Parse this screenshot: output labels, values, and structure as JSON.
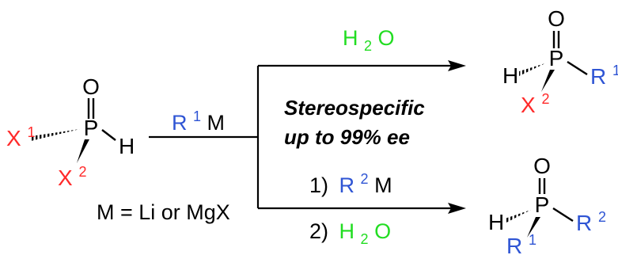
{
  "colors": {
    "black": "#000000",
    "red": "#ff2a2a",
    "blue": "#2f55d4",
    "green": "#22dd22"
  },
  "starting_material": {
    "O": "O",
    "P": "P",
    "H": "H",
    "X": "X",
    "X1_sup": "1",
    "X2_sup": "2"
  },
  "reagent": {
    "R": "R",
    "R_sup": "1",
    "M": "M",
    "metal_note": "M = Li or MgX"
  },
  "top_arrow": {
    "H": "H",
    "sub": "2",
    "O": "O"
  },
  "stereo_note": {
    "line1": "Stereospecific",
    "line2": "up to 99% ee"
  },
  "bottom_arrow": {
    "step1_num": "1)",
    "step1_R": "R",
    "step1_sup": "2",
    "step1_M": "M",
    "step2_num": "2)",
    "step2_H": "H",
    "step2_sub": "2",
    "step2_O": "O"
  },
  "product_top": {
    "O": "O",
    "P": "P",
    "H": "H",
    "R": "R",
    "R_sup": "1",
    "X": "X",
    "X_sup": "2"
  },
  "product_bottom": {
    "O": "O",
    "P": "P",
    "H": "H",
    "R_right": "R",
    "R_right_sup": "2",
    "R_down": "R",
    "R_down_sup": "1"
  }
}
